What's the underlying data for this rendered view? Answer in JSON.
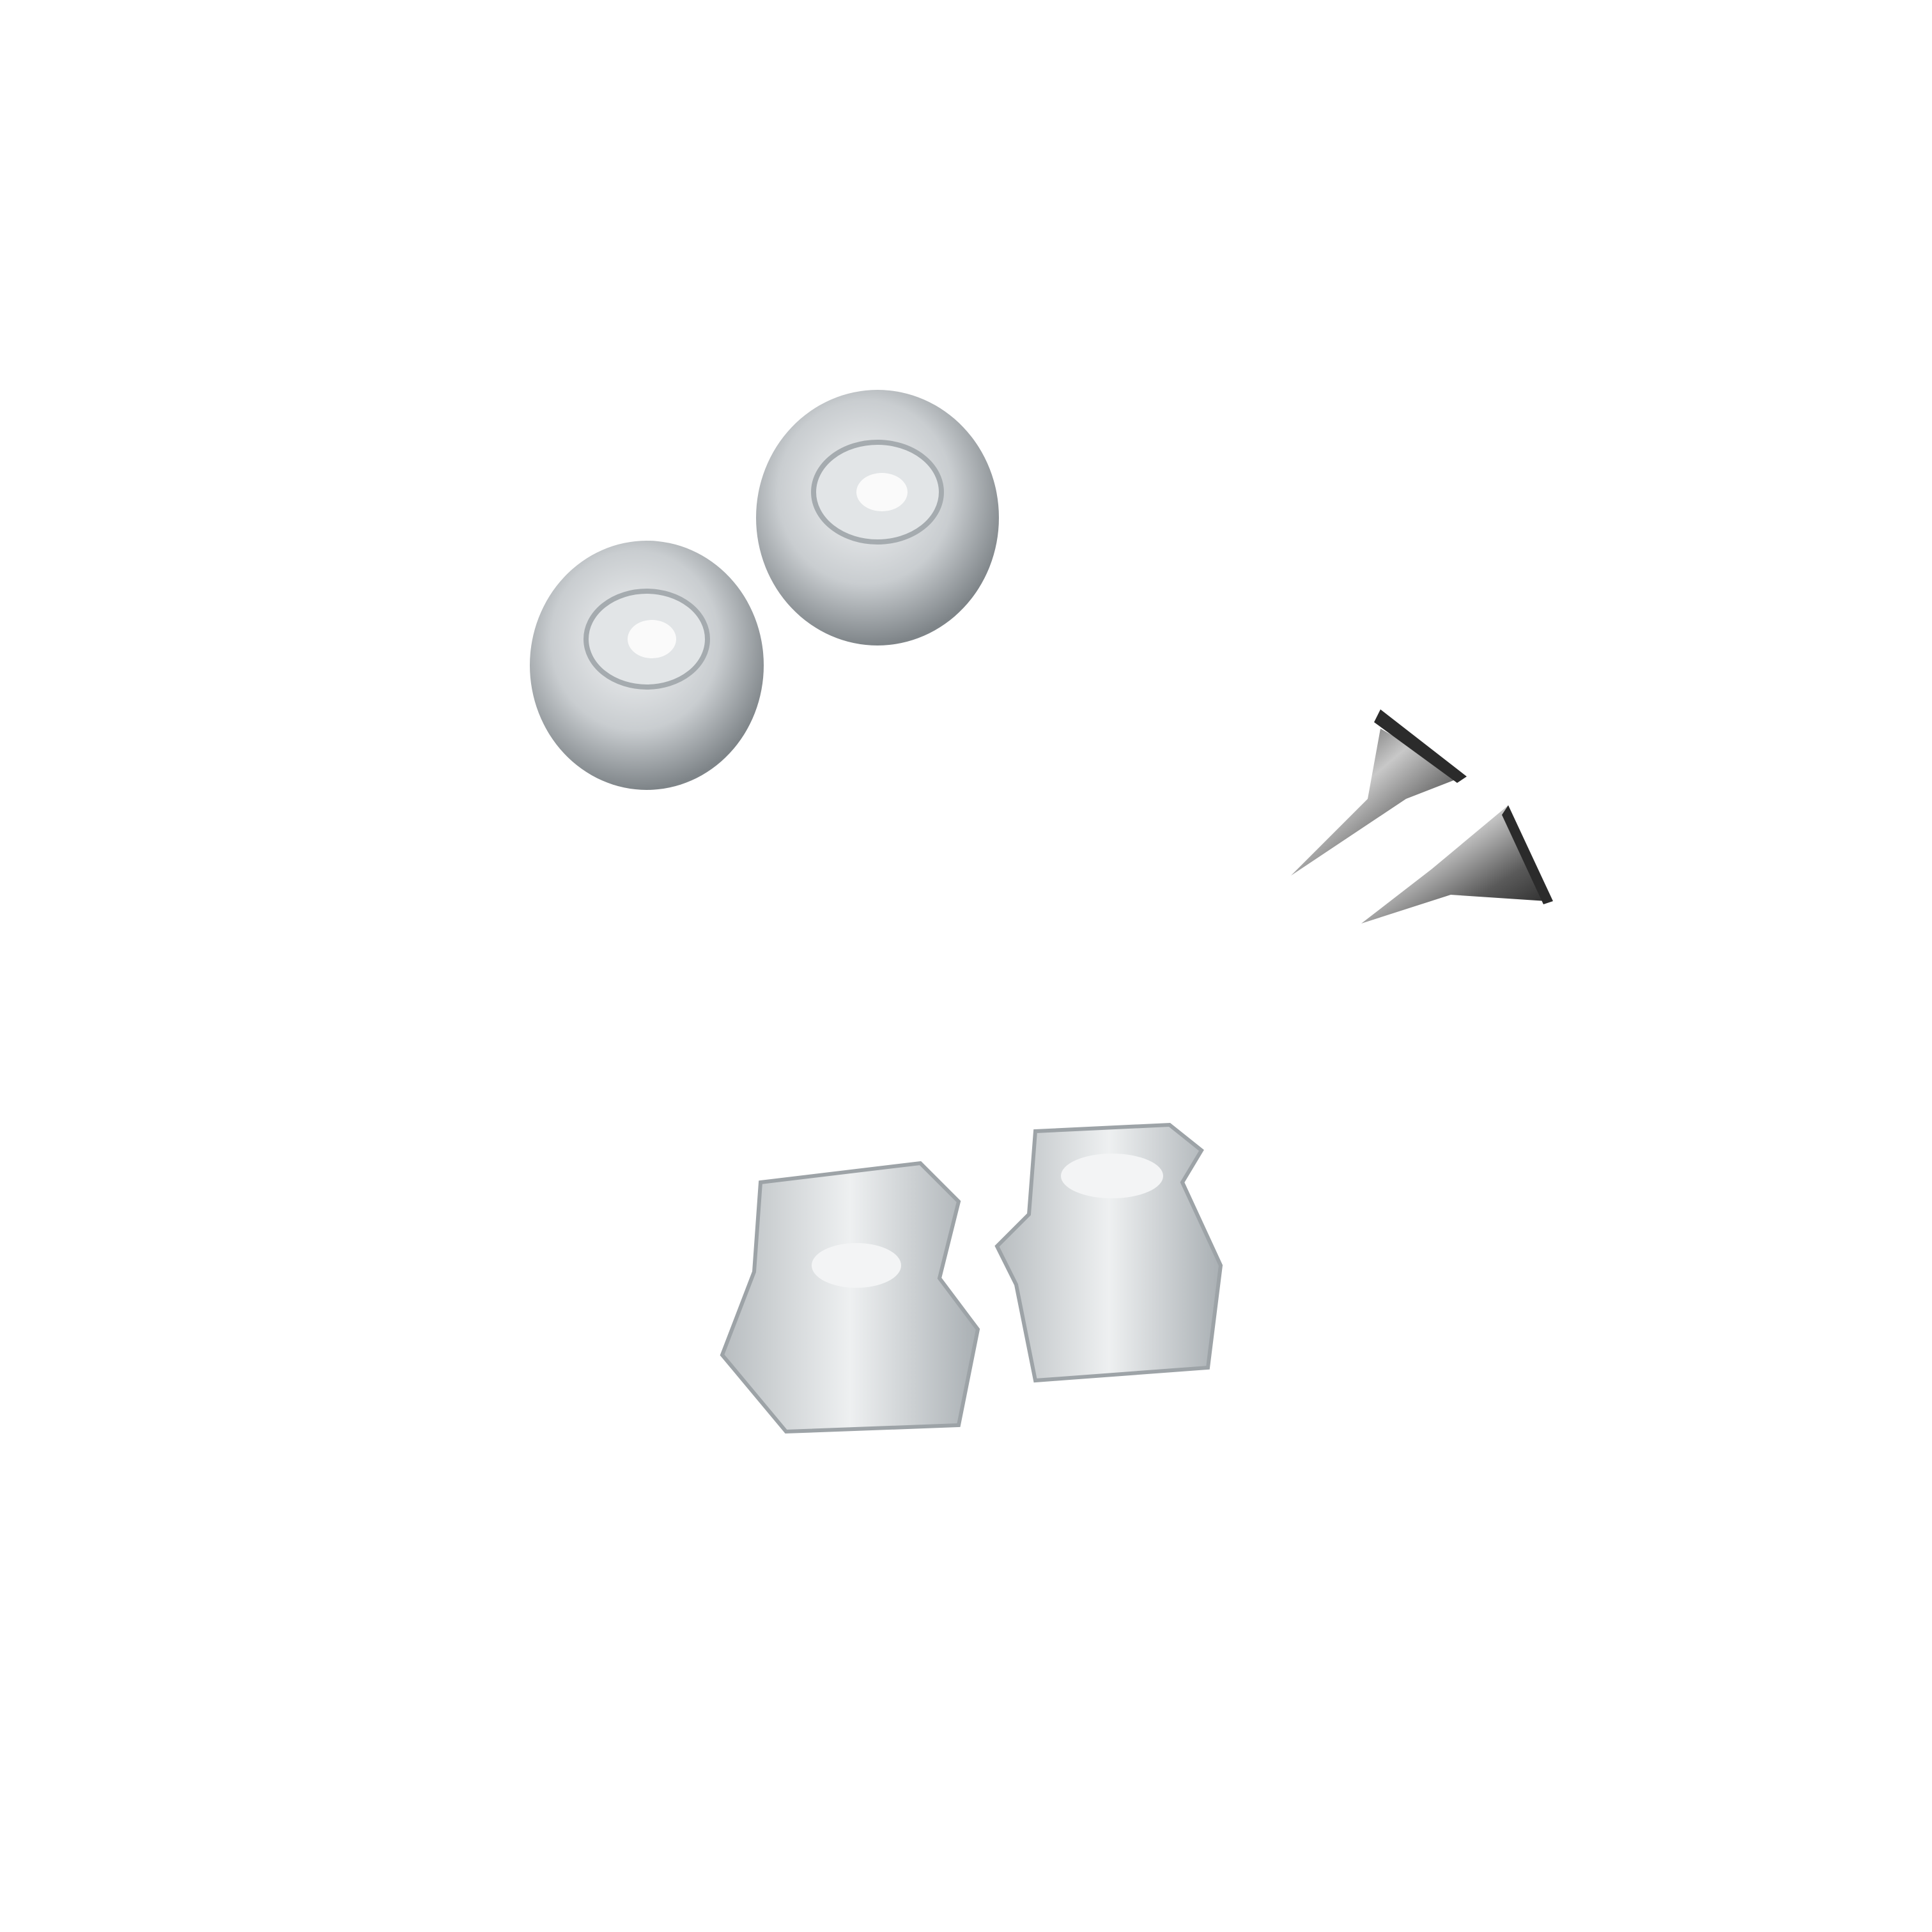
{
  "photo": {
    "background_color": "#ffffff",
    "items": [
      {
        "kind": "round-clear-bumper",
        "color": "#c9cdd0"
      },
      {
        "kind": "round-clear-bumper",
        "color": "#c9cdd0"
      },
      {
        "kind": "countersunk-screw",
        "color": "#5a5a5a"
      },
      {
        "kind": "countersunk-screw",
        "color": "#5a5a5a"
      },
      {
        "kind": "threaded-clear-spacer",
        "color": "#d2d6d8"
      },
      {
        "kind": "threaded-clear-spacer",
        "color": "#d2d6d8"
      }
    ]
  }
}
